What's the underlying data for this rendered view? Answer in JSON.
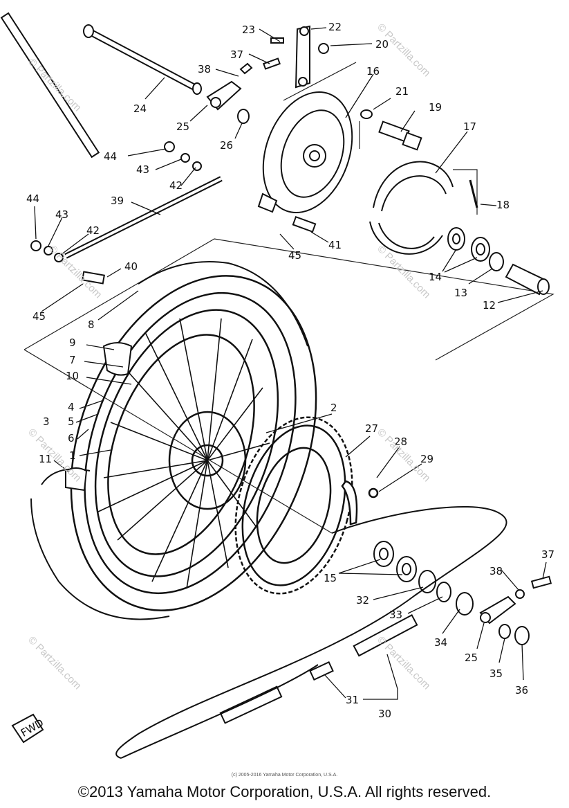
{
  "diagram": {
    "callouts": [
      "1",
      "2",
      "3",
      "4",
      "5",
      "6",
      "7",
      "8",
      "9",
      "10",
      "11",
      "12",
      "13",
      "14",
      "15",
      "16",
      "17",
      "18",
      "19",
      "20",
      "21",
      "22",
      "23",
      "24",
      "25",
      "26",
      "27",
      "28",
      "29",
      "30",
      "31",
      "32",
      "33",
      "34",
      "35",
      "36",
      "37",
      "38",
      "39",
      "40",
      "41",
      "42",
      "43",
      "44",
      "45"
    ],
    "fwd_label": "FWD",
    "watermark": "© Partzilla.com"
  },
  "footer": {
    "small_copyright": "(c) 2005-2016 Yamaha Motor Corporation, U.S.A.",
    "copyright": "©2013 Yamaha Motor Corporation, U.S.A. All rights reserved."
  }
}
